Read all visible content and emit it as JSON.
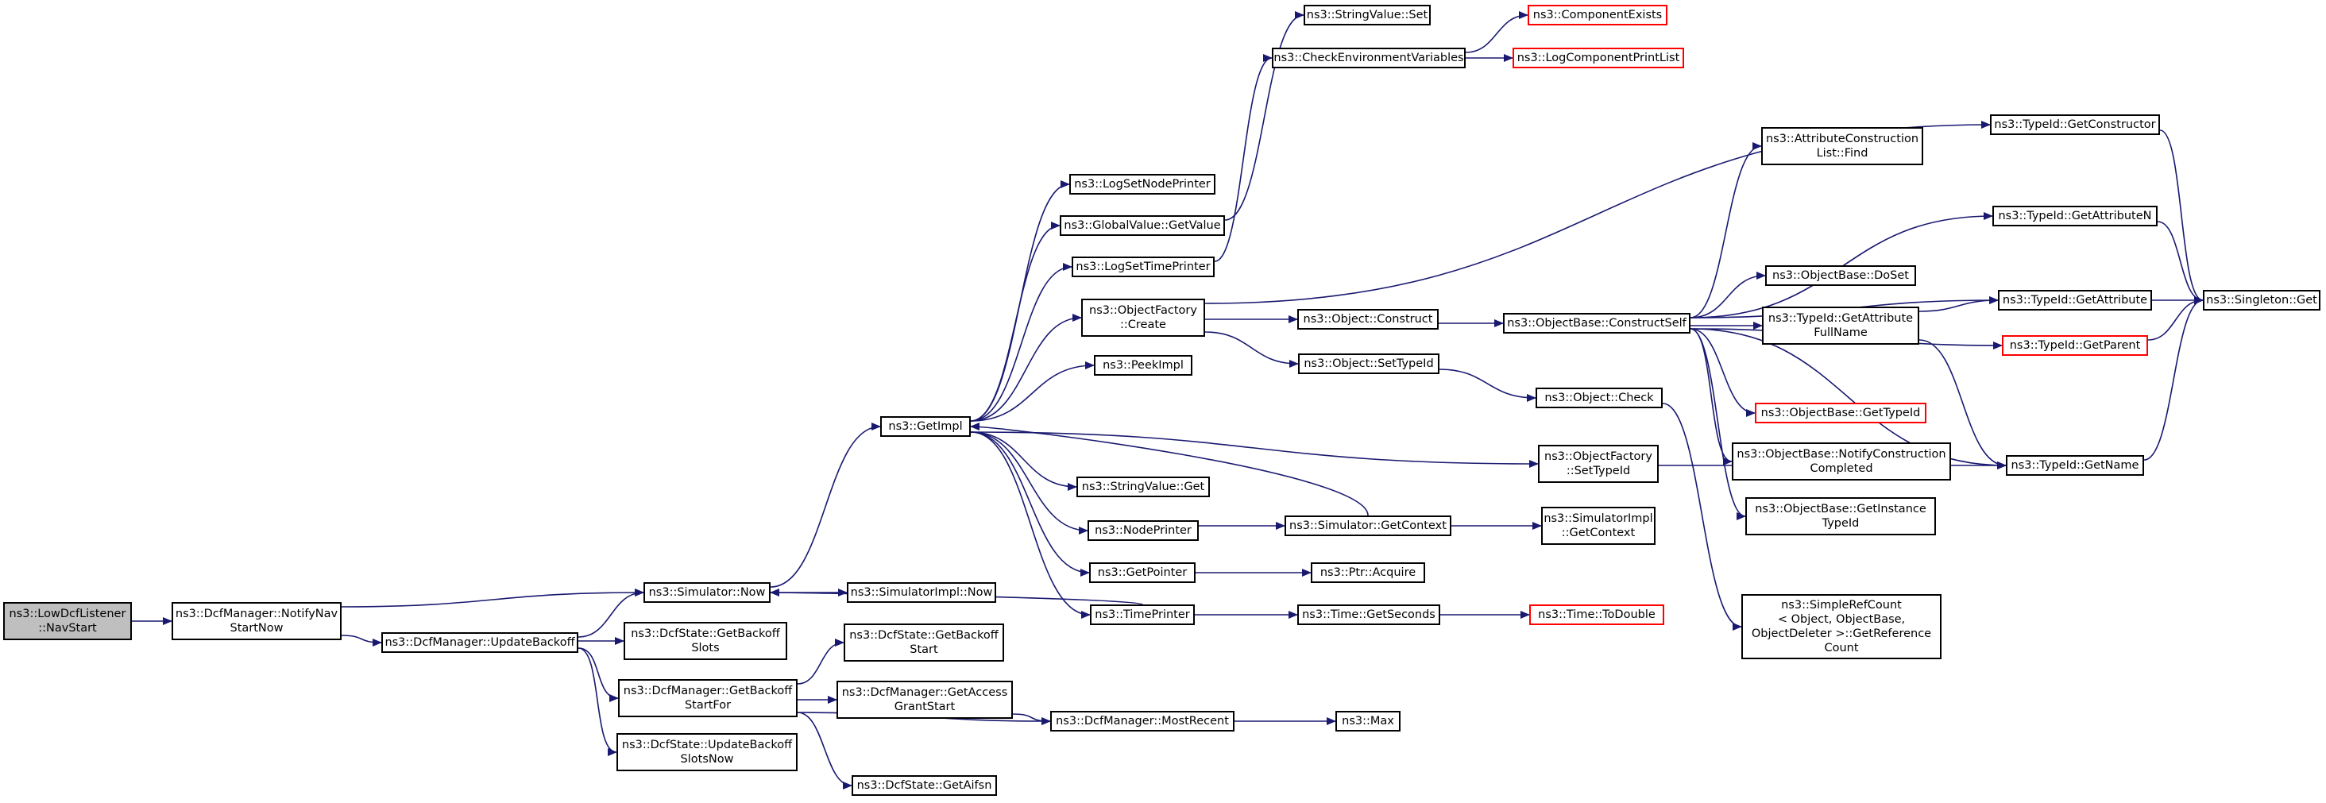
{
  "graph": {
    "colors": {
      "edge": "#191970",
      "border": "#000000",
      "truncated_border": "#ff0000",
      "root_fill": "#bfbfbf"
    },
    "nodes": {
      "root": {
        "lines": [
          "ns3::LowDcfListener",
          "::NavStart"
        ]
      },
      "notifyNav": {
        "lines": [
          "ns3::DcfManager::NotifyNav",
          "StartNow"
        ]
      },
      "updateBackoff": {
        "lines": [
          "ns3::DcfManager::UpdateBackoff"
        ]
      },
      "simNow": {
        "lines": [
          "ns3::Simulator::Now"
        ]
      },
      "getBackoffSlots": {
        "lines": [
          "ns3::DcfState::GetBackoff",
          "Slots"
        ]
      },
      "getBackoffStartFor": {
        "lines": [
          "ns3::DcfManager::GetBackoff",
          "StartFor"
        ]
      },
      "updateBackoffSlotsNow": {
        "lines": [
          "ns3::DcfState::UpdateBackoff",
          "SlotsNow"
        ]
      },
      "simImplNow": {
        "lines": [
          "ns3::SimulatorImpl::Now"
        ]
      },
      "getBackoffStart": {
        "lines": [
          "ns3::DcfState::GetBackoff",
          "Start"
        ]
      },
      "getAccessGrantStart": {
        "lines": [
          "ns3::DcfManager::GetAccess",
          "GrantStart"
        ]
      },
      "getAifsn": {
        "lines": [
          "ns3::DcfState::GetAifsn"
        ]
      },
      "mostRecent": {
        "lines": [
          "ns3::DcfManager::MostRecent"
        ]
      },
      "max": {
        "lines": [
          "ns3::Max"
        ]
      },
      "getImpl": {
        "lines": [
          "ns3::GetImpl"
        ]
      },
      "logSetNodePrinter": {
        "lines": [
          "ns3::LogSetNodePrinter"
        ]
      },
      "globalValueGetValue": {
        "lines": [
          "ns3::GlobalValue::GetValue"
        ]
      },
      "logSetTimePrinter": {
        "lines": [
          "ns3::LogSetTimePrinter"
        ]
      },
      "objectFactoryCreate": {
        "lines": [
          "ns3::ObjectFactory",
          "::Create"
        ]
      },
      "peekImpl": {
        "lines": [
          "ns3::PeekImpl"
        ]
      },
      "stringValueGet": {
        "lines": [
          "ns3::StringValue::Get"
        ]
      },
      "nodePrinter": {
        "lines": [
          "ns3::NodePrinter"
        ]
      },
      "getPointer": {
        "lines": [
          "ns3::GetPointer"
        ]
      },
      "timePrinter": {
        "lines": [
          "ns3::TimePrinter"
        ]
      },
      "stringValueSet": {
        "lines": [
          "ns3::StringValue::Set"
        ]
      },
      "checkEnvVars": {
        "lines": [
          "ns3::CheckEnvironmentVariables"
        ]
      },
      "componentExists": {
        "lines": [
          "ns3::ComponentExists"
        ]
      },
      "logComponentPrintList": {
        "lines": [
          "ns3::LogComponentPrintList"
        ]
      },
      "objectConstruct": {
        "lines": [
          "ns3::Object::Construct"
        ]
      },
      "objectSetTypeId": {
        "lines": [
          "ns3::Object::SetTypeId"
        ]
      },
      "simGetContext": {
        "lines": [
          "ns3::Simulator::GetContext"
        ]
      },
      "ptrAcquire": {
        "lines": [
          "ns3::Ptr::Acquire"
        ]
      },
      "timeGetSeconds": {
        "lines": [
          "ns3::Time::GetSeconds"
        ]
      },
      "timeToDouble": {
        "lines": [
          "ns3::Time::ToDouble"
        ]
      },
      "objectBaseConstructSelf": {
        "lines": [
          "ns3::ObjectBase::ConstructSelf"
        ]
      },
      "objectCheck": {
        "lines": [
          "ns3::Object::Check"
        ]
      },
      "objectFactorySetTypeId": {
        "lines": [
          "ns3::ObjectFactory",
          "::SetTypeId"
        ]
      },
      "simImplGetContext": {
        "lines": [
          "ns3::SimulatorImpl",
          "::GetContext"
        ]
      },
      "attrConstructionListFind": {
        "lines": [
          "ns3::AttributeConstruction",
          "List::Find"
        ]
      },
      "objectBaseDoSet": {
        "lines": [
          "ns3::ObjectBase::DoSet"
        ]
      },
      "typeIdGetAttributeFullName": {
        "lines": [
          "ns3::TypeId::GetAttribute",
          "FullName"
        ]
      },
      "objectBaseGetTypeId": {
        "lines": [
          "ns3::ObjectBase::GetTypeId"
        ]
      },
      "objectBaseNotifyConstructionCompleted": {
        "lines": [
          "ns3::ObjectBase::NotifyConstruction",
          "Completed"
        ]
      },
      "objectBaseGetInstanceTypeId": {
        "lines": [
          "ns3::ObjectBase::GetInstance",
          "TypeId"
        ]
      },
      "simpleRefCountGetReferenceCount": {
        "lines": [
          "ns3::SimpleRefCount",
          "< Object, ObjectBase,",
          " ObjectDeleter >::GetReference",
          "Count"
        ]
      },
      "typeIdGetConstructor": {
        "lines": [
          "ns3::TypeId::GetConstructor"
        ]
      },
      "typeIdGetAttributeN": {
        "lines": [
          "ns3::TypeId::GetAttributeN"
        ]
      },
      "typeIdGetAttribute": {
        "lines": [
          "ns3::TypeId::GetAttribute"
        ]
      },
      "typeIdGetParent": {
        "lines": [
          "ns3::TypeId::GetParent"
        ]
      },
      "typeIdGetName": {
        "lines": [
          "ns3::TypeId::GetName"
        ]
      },
      "singletonGet": {
        "lines": [
          "ns3::Singleton::Get"
        ]
      }
    }
  }
}
